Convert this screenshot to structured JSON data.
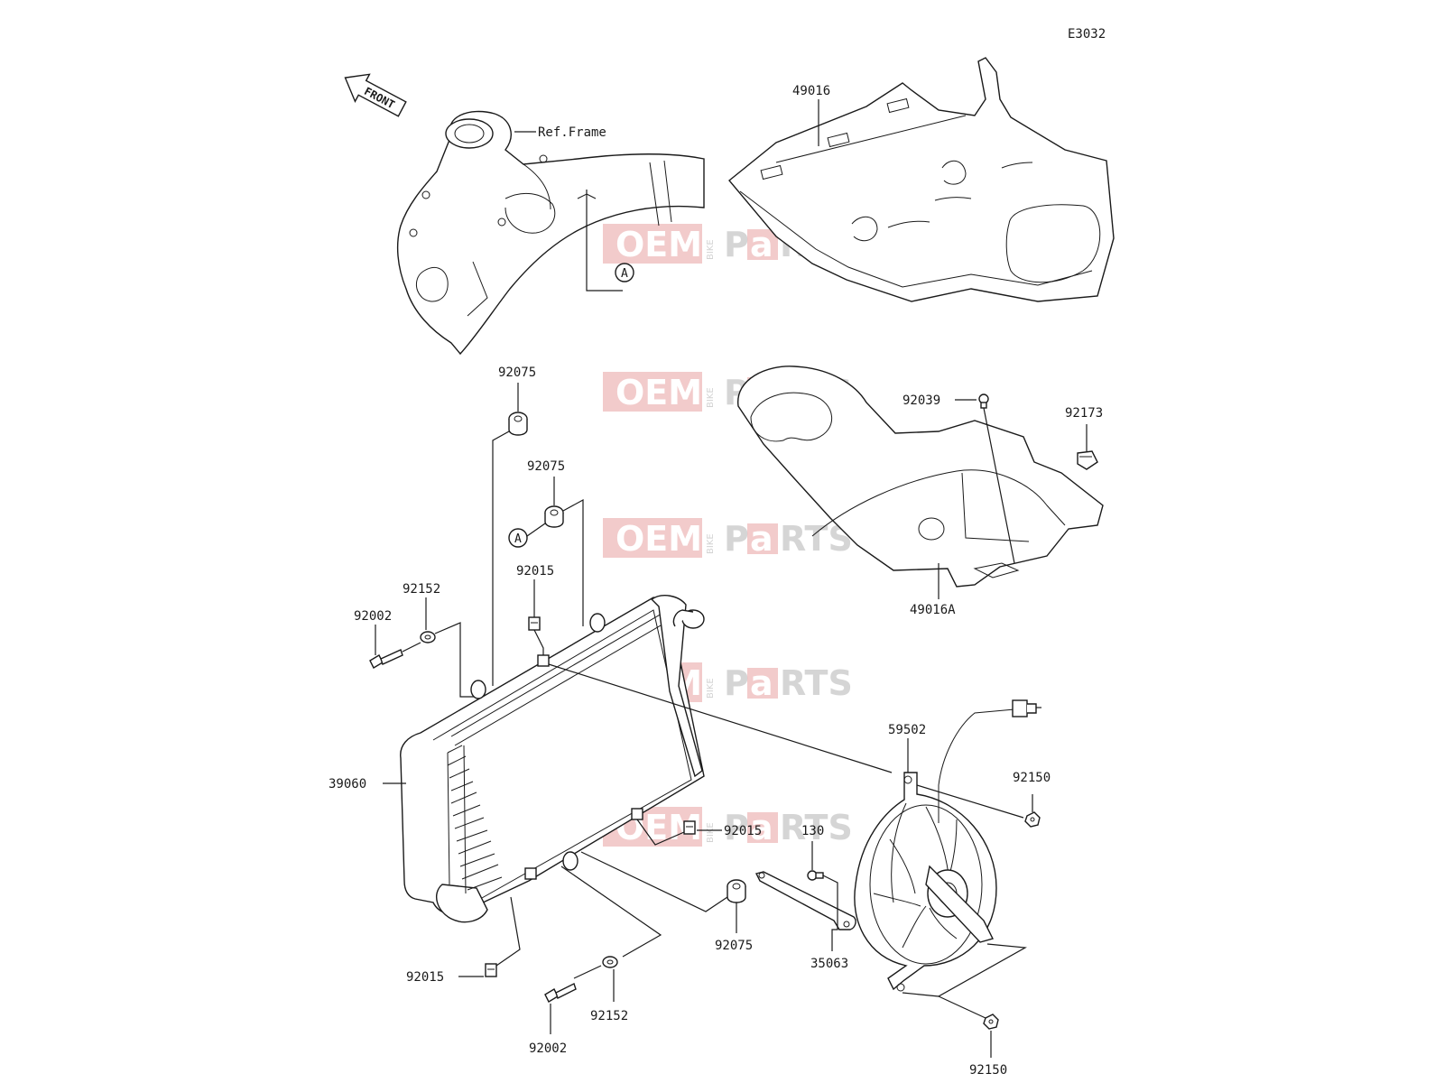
{
  "diagram_code": "E3032",
  "front_label": "FRONT",
  "ref_frame_label": "Ref.Frame",
  "ref_marker": "A",
  "watermark": {
    "left": "OEM",
    "vertical": "BIKE",
    "right_a": "P",
    "right_b": "a",
    "right_c": "RTS"
  },
  "parts": {
    "p49016": "49016",
    "p49016a": "49016A",
    "p92039": "92039",
    "p92173": "92173",
    "p92075_top": "92075",
    "p92075_mid": "92075",
    "p92075_bot": "92075",
    "p92015_top": "92015",
    "p92015_mid": "92015",
    "p92015_bot": "92015",
    "p92152_top": "92152",
    "p92152_bot": "92152",
    "p92002_top": "92002",
    "p92002_bot": "92002",
    "p39060": "39060",
    "p59502": "59502",
    "p92150_top": "92150",
    "p92150_bot": "92150",
    "p130": "130",
    "p35063": "35063"
  }
}
